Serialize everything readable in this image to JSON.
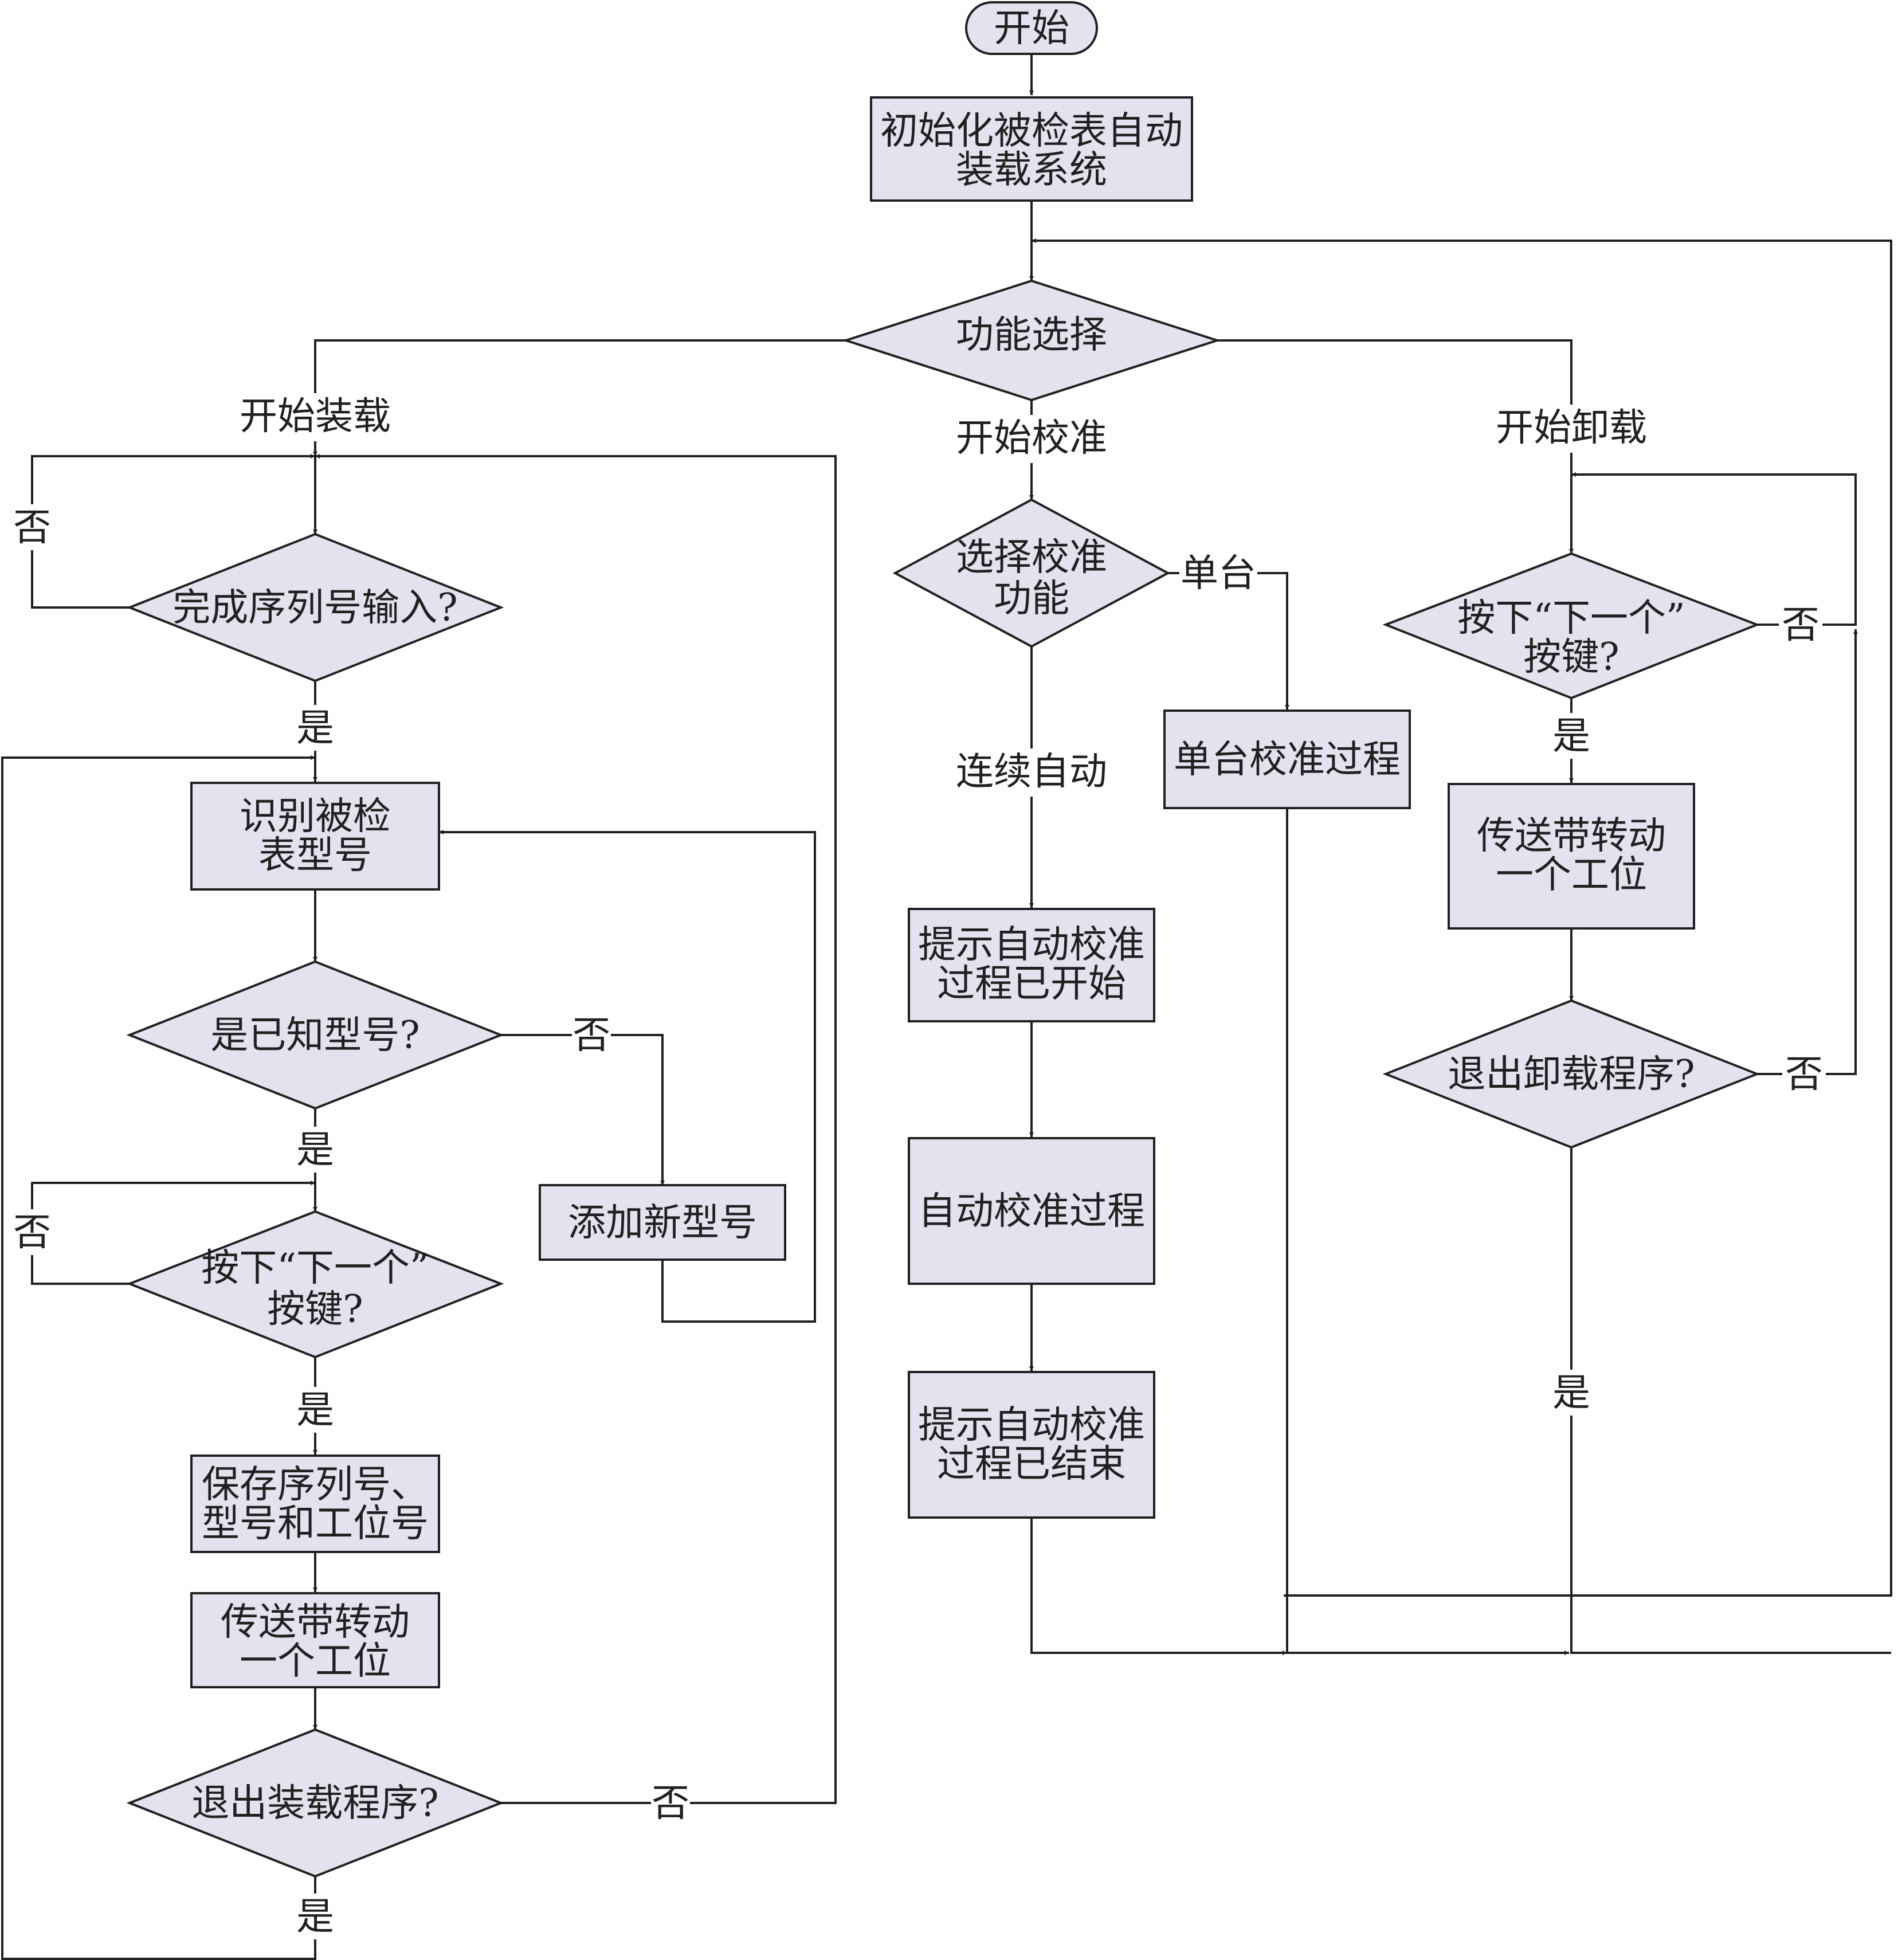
{
  "colors": {
    "node_fill": "#e3e3ef",
    "stroke": "#231f20",
    "background": "#ffffff"
  },
  "nodes": {
    "start": "开始",
    "init": [
      "初始化被检表自动",
      "装载系统"
    ],
    "select": "功能选择",
    "serial": "完成序列号输入?",
    "identify": [
      "识别被检",
      "表型号"
    ],
    "known": "是已知型号?",
    "add_model": "添加新型号",
    "next_load": [
      "按下“下一个”",
      "按键?"
    ],
    "save": [
      "保存序列号、",
      "型号和工位号"
    ],
    "belt_load": [
      "传送带转动",
      "一个工位"
    ],
    "exit_load": "退出装载程序?",
    "calib_select": [
      "选择校准",
      "功能"
    ],
    "single": "单台校准过程",
    "prompt_start": [
      "提示自动校准",
      "过程已开始"
    ],
    "auto": "自动校准过程",
    "prompt_end": [
      "提示自动校准",
      "过程已结束"
    ],
    "next_unload": [
      "按下“下一个”",
      "按键?"
    ],
    "belt_unload": [
      "传送带转动",
      "一个工位"
    ],
    "exit_unload": "退出卸载程序?"
  },
  "labels": {
    "load": "开始装载",
    "calibrate": "开始校准",
    "unload": "开始卸载",
    "single": "单台",
    "continuous": "连续自动",
    "yes": "是",
    "no": "否"
  }
}
